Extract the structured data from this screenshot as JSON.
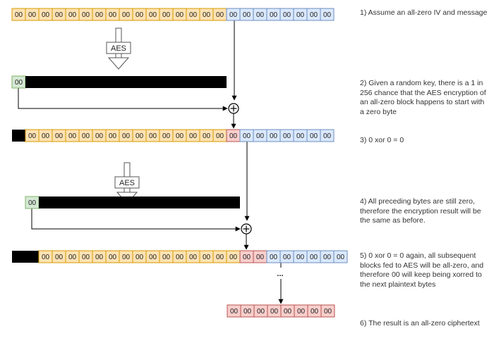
{
  "cell_text": "00",
  "dots": "...",
  "aes_label": "AES",
  "xor_symbol": "+",
  "colors": {
    "orange_fill": "#fde2b3",
    "orange_stroke": "#d79b00",
    "blue_fill": "#dae8fc",
    "blue_stroke": "#6c8ebf",
    "green_fill": "#d5e8d4",
    "green_stroke": "#82b366",
    "red_fill": "#f8cecc",
    "red_stroke": "#b85450",
    "black": "#000000",
    "line": "#000000"
  },
  "notes": [
    "1) Assume an all-zero IV and message",
    "2) Given a random key, there is a 1 in 256 chance that the AES encryption of an all-zero block happens to start with a zero byte",
    "3) 0 xor 0 = 0",
    "4) All preceding bytes are still zero, therefore the encryption result will be the same as before.",
    "5) 0 xor 0 = 0 again, all subsequent blocks fed to AES will be all-zero, and therefore 00 will keep being xorred to the next plaintext bytes",
    "6) The result is an all-zero ciphertext"
  ]
}
